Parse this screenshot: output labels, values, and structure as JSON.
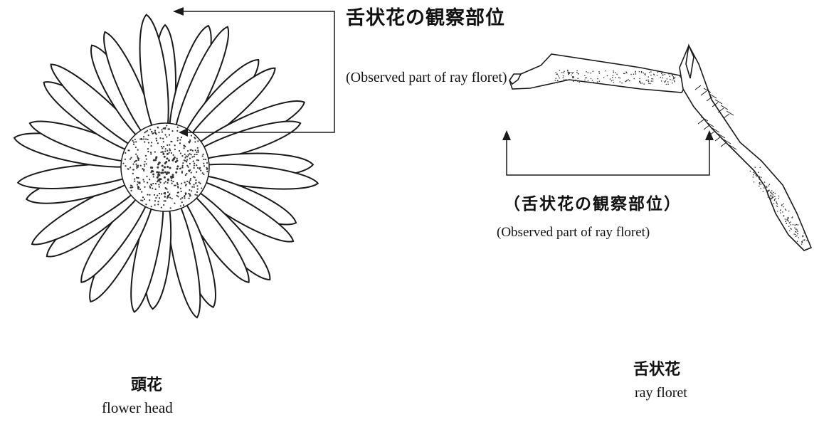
{
  "flower_head_annotation": {
    "label_jp": "舌状花の観察部位",
    "label_en": "(Observed part of ray floret)"
  },
  "ray_floret_annotation": {
    "label_jp": "（舌状花の観察部位）",
    "label_en": "(Observed part of ray floret)"
  },
  "flower_head_caption": {
    "jp": "頭花",
    "en": "flower head"
  },
  "ray_floret_caption": {
    "jp": "舌状花",
    "en": "ray floret"
  },
  "colors": {
    "ink": "#1a1a1a",
    "stipple": "#333333",
    "background": "#ffffff"
  }
}
